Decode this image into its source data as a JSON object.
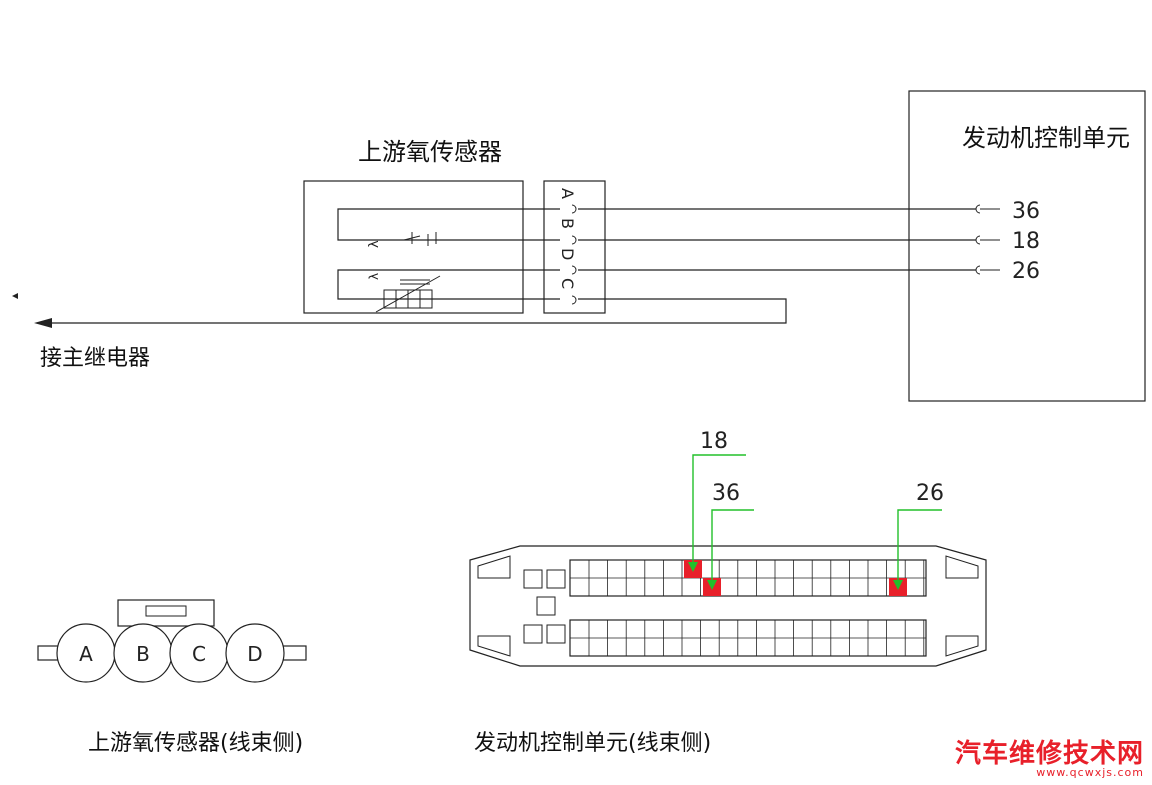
{
  "upstream_sensor": {
    "title": "上游氧传感器",
    "pins": [
      "A",
      "B",
      "D",
      "C"
    ]
  },
  "ecu": {
    "title": "发动机控制单元",
    "pins": [
      "36",
      "18",
      "26"
    ]
  },
  "relay_label": "接主继电器",
  "connector_sensor": {
    "caption": "上游氧传感器(线束侧)",
    "pins": [
      "A",
      "B",
      "C",
      "D"
    ]
  },
  "connector_ecu": {
    "caption": "发动机控制单元(线束侧)",
    "callouts": [
      "18",
      "36",
      "26"
    ]
  },
  "colors": {
    "line": "#222222",
    "highlight": "#e8202a",
    "callout": "#22c02a"
  },
  "watermark": {
    "title": "汽车维修技术网",
    "url": "www.qcwxjs.com"
  }
}
